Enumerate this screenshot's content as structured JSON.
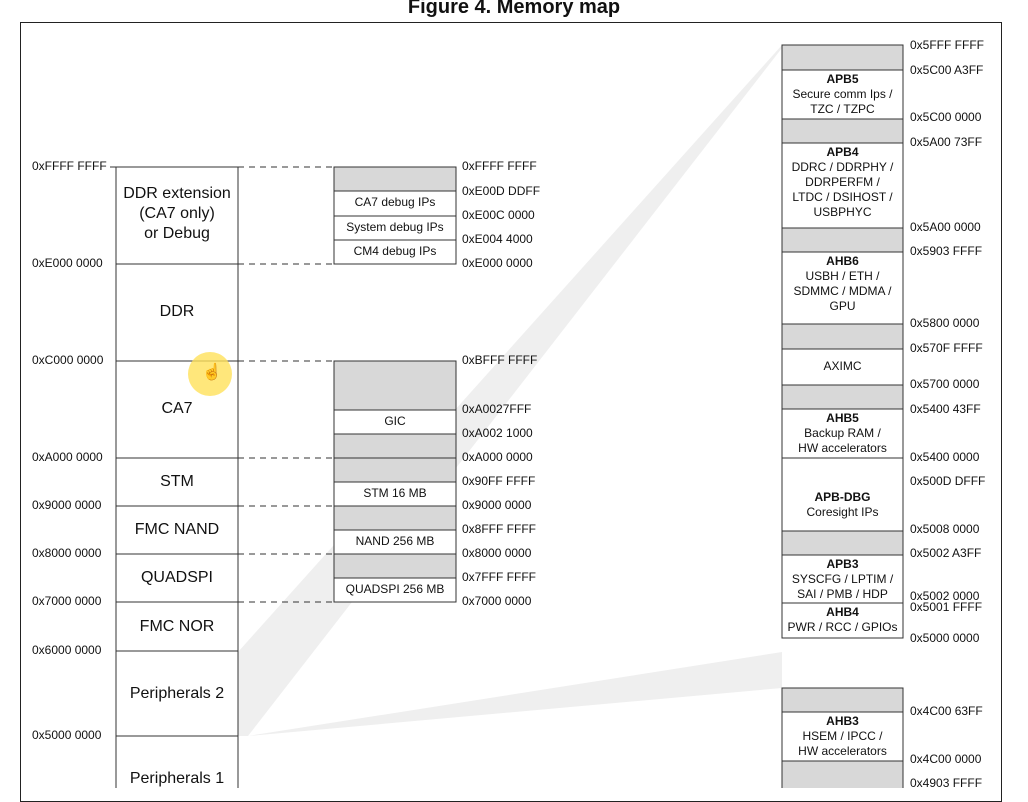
{
  "title": "Figure 4. Memory map",
  "left_column": {
    "regions": [
      {
        "name": "DDR extension\n(CA7 only)\nor Debug"
      },
      {
        "name": "DDR"
      },
      {
        "name": "CA7"
      },
      {
        "name": "STM"
      },
      {
        "name": "FMC NAND"
      },
      {
        "name": "QUADSPI"
      },
      {
        "name": "FMC NOR"
      },
      {
        "name": "Peripherals 2"
      },
      {
        "name": "Peripherals 1"
      }
    ],
    "addresses": [
      "0xFFFF FFFF",
      "0xE000 0000",
      "0xC000 0000",
      "0xA000 0000",
      "0x9000 0000",
      "0x8000 0000",
      "0x7000 0000",
      "0x6000 0000",
      "0x5000 0000"
    ]
  },
  "mid_column": {
    "blocks": [
      "",
      "CA7 debug IPs",
      "System debug IPs",
      "CM4 debug IPs",
      "",
      "GIC",
      "",
      "",
      "STM 16 MB",
      "",
      "NAND 256 MB",
      "",
      "QUADSPI 256 MB"
    ],
    "addresses": [
      "0xFFFF FFFF",
      "0xE00D DDFF",
      "0xE00C 0000",
      "0xE004 4000",
      "0xE000 0000",
      "0xBFFF FFFF",
      "0xA0027FFF",
      "0xA002 1000",
      "0xA000 0000",
      "0x90FF FFFF",
      "0x9000 0000",
      "0x8FFF FFFF",
      "0x8000 0000",
      "0x7FFF FFFF",
      "0x7000 0000"
    ]
  },
  "right_column": {
    "blocks": [
      {
        "name": "",
        "desc": ""
      },
      {
        "name": "APB5",
        "desc": "Secure comm Ips /\nTZC / TZPC"
      },
      {
        "name": "",
        "desc": ""
      },
      {
        "name": "APB4",
        "desc": "DDRC / DDRPHY /\nDDRPERFM /\nLTDC / DSIHOST /\nUSBPHYC"
      },
      {
        "name": "",
        "desc": ""
      },
      {
        "name": "AHB6",
        "desc": "USBH / ETH /\nSDMMC / MDMA /\nGPU"
      },
      {
        "name": "",
        "desc": ""
      },
      {
        "name": "",
        "desc": "AXIMC"
      },
      {
        "name": "",
        "desc": ""
      },
      {
        "name": "AHB5",
        "desc": "Backup RAM /\nHW accelerators"
      },
      {
        "name": "APB-DBG",
        "desc": "Coresight IPs"
      },
      {
        "name": "",
        "desc": ""
      },
      {
        "name": "APB3",
        "desc": "SYSCFG / LPTIM /\nSAI / PMB / HDP"
      },
      {
        "name": "AHB4",
        "desc": "PWR / RCC / GPIOs"
      },
      {
        "name": "",
        "desc": ""
      },
      {
        "name": "AHB3",
        "desc": "HSEM / IPCC /\nHW accelerators"
      },
      {
        "name": "",
        "desc": ""
      }
    ],
    "addresses": [
      "0x5FFF FFFF",
      "0x5C00 A3FF",
      "0x5C00 0000",
      "0x5A00 73FF",
      "0x5A00 0000",
      "0x5903 FFFF",
      "0x5800 0000",
      "0x570F FFFF",
      "0x5700 0000",
      "0x5400 43FF",
      "0x5400 0000",
      "0x500D DFFF",
      "0x5008 0000",
      "0x5002 A3FF",
      "0x5002 0000",
      "0x5001 FFFF",
      "0x5000 0000",
      "0x4C00 63FF",
      "0x4C00 0000",
      "0x4903 FFFF"
    ]
  },
  "colors": {
    "shade": "#d8d8d8",
    "wedge": "#ececec",
    "line": "#333333",
    "cursor": "#ffe15a"
  }
}
